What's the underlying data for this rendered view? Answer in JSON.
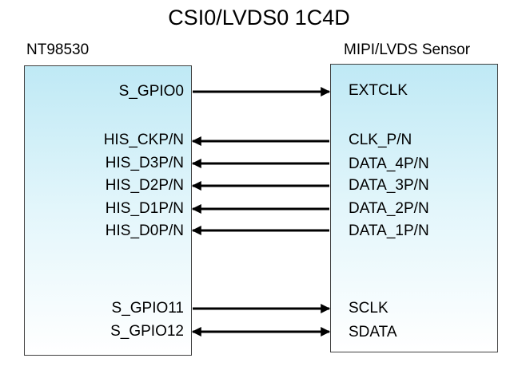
{
  "title": "CSI0/LVDS0 1C4D",
  "left_block": {
    "label": "NT98530",
    "pins": [
      "S_GPIO0",
      "HIS_CKP/N",
      "HIS_D3P/N",
      "HIS_D2P/N",
      "HIS_D1P/N",
      "HIS_D0P/N",
      "S_GPIO11",
      "S_GPIO12"
    ]
  },
  "right_block": {
    "label": "MIPI/LVDS Sensor",
    "pins": [
      "EXTCLK",
      "CLK_P/N",
      "DATA_4P/N",
      "DATA_3P/N",
      "DATA_2P/N",
      "DATA_1P/N",
      "SCLK",
      "SDATA"
    ]
  },
  "connections": [
    {
      "direction": "right"
    },
    {
      "direction": "left"
    },
    {
      "direction": "left"
    },
    {
      "direction": "left"
    },
    {
      "direction": "left"
    },
    {
      "direction": "left"
    },
    {
      "direction": "right"
    },
    {
      "direction": "both"
    }
  ],
  "colors": {
    "block_fill_top": "#bfe9f5",
    "block_fill_bottom": "#ffffff",
    "block_border": "#404040",
    "wire": "#000000"
  }
}
